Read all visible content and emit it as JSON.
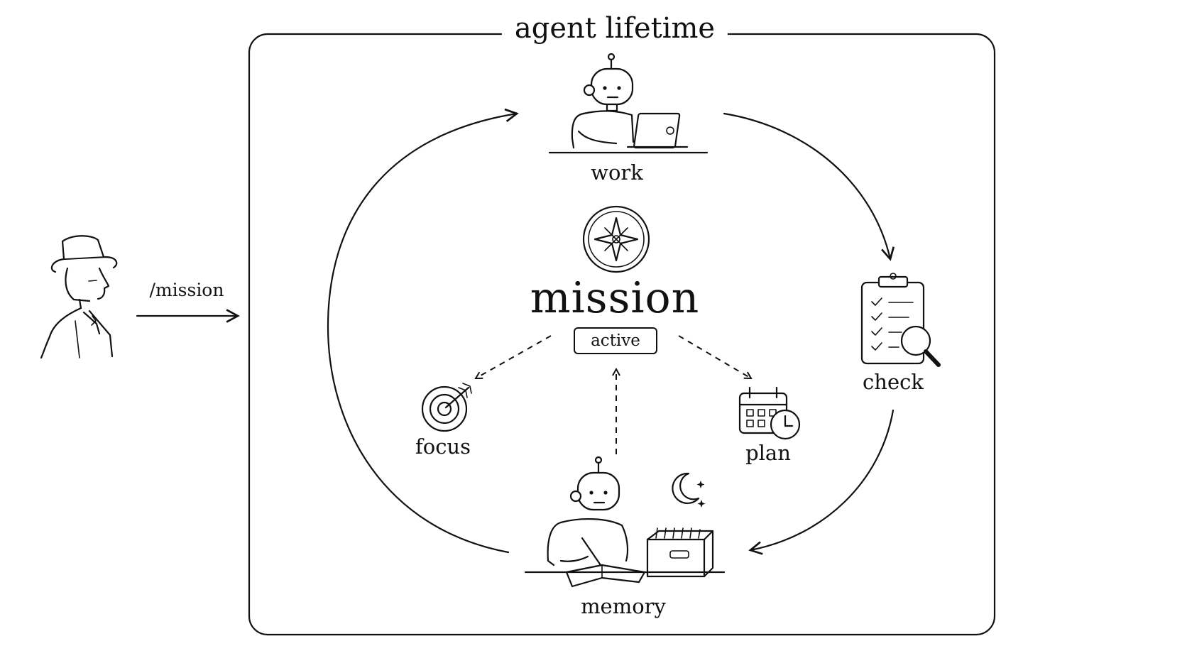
{
  "diagram": {
    "title": "agent lifetime",
    "command": "/mission",
    "center": {
      "label": "mission",
      "status": "active"
    },
    "nodes": {
      "work": "work",
      "check": "check",
      "memory": "memory",
      "focus": "focus",
      "plan": "plan"
    }
  }
}
